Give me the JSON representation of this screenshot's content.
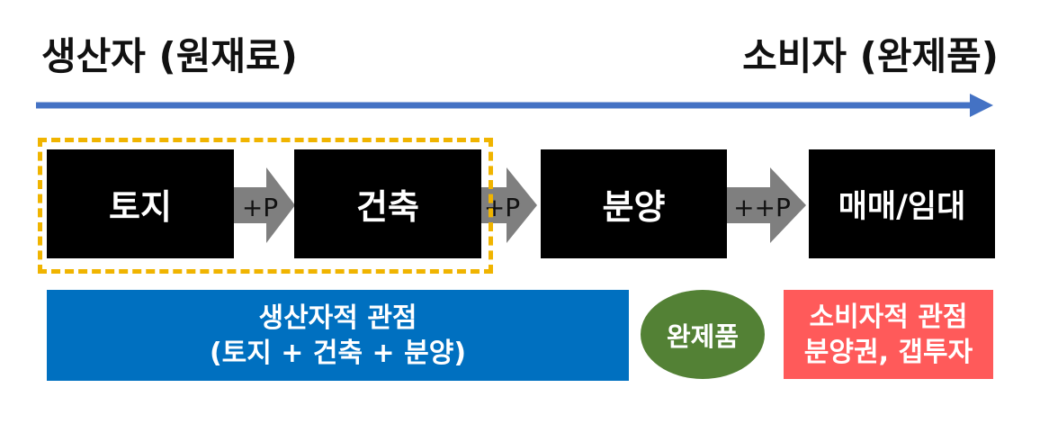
{
  "header": {
    "left_title": "생산자 (원재료)",
    "right_title": "소비자 (완제품)"
  },
  "flow": {
    "stages": [
      "토지",
      "건축",
      "분양",
      "매매/임대"
    ],
    "connectors": [
      "+P",
      "+P",
      "++P"
    ]
  },
  "colors": {
    "timeline_arrow": "#4472c4",
    "stage_box": "#000000",
    "connector_arrow": "#7f7f7f",
    "highlight_dash": "#f0b400",
    "producer_panel": "#0070c0",
    "product_oval": "#538135",
    "consumer_panel": "#ff5a5a"
  },
  "producer_view": {
    "line1": "생산자적 관점",
    "line2": "(토지 + 건축 + 분양)"
  },
  "product": {
    "label": "완제품"
  },
  "consumer_view": {
    "line1": "소비자적 관점",
    "line2": "분양권, 갭투자"
  }
}
